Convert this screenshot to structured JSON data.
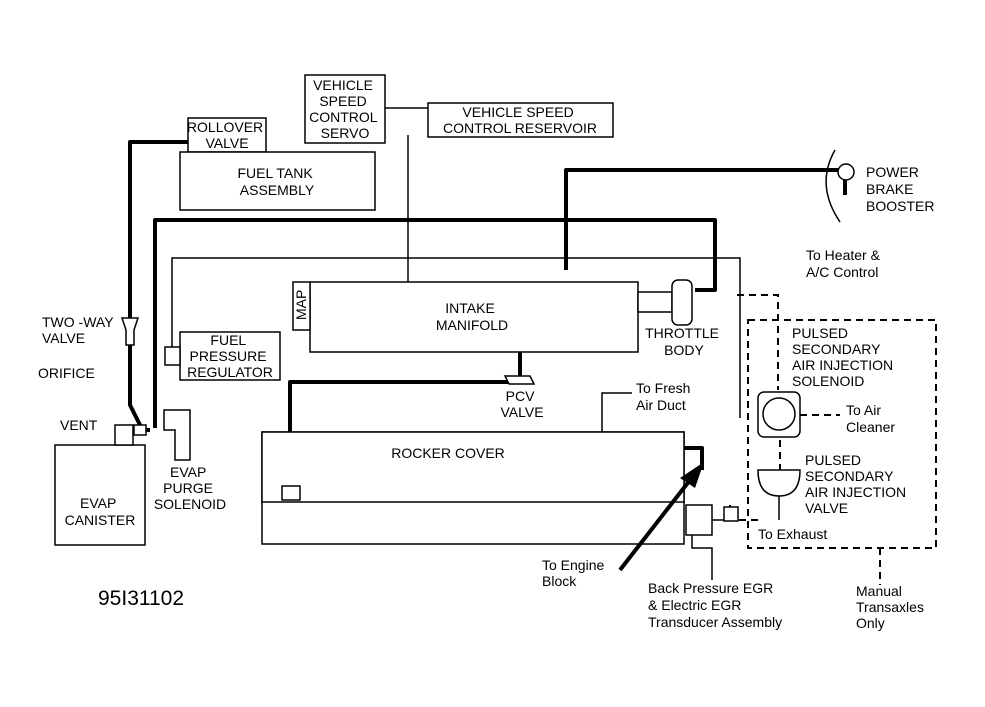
{
  "labels": {
    "vehicle_speed_control_servo": [
      "VEHICLE",
      "SPEED",
      "CONTROL",
      "SERVO"
    ],
    "vehicle_speed_control_reservoir": [
      "VEHICLE SPEED",
      "CONTROL RESERVOIR"
    ],
    "rollover_valve": [
      "ROLLOVER",
      "VALVE"
    ],
    "fuel_tank_assembly": [
      "FUEL TANK",
      "ASSEMBLY"
    ],
    "power_brake_booster": [
      "POWER",
      "BRAKE",
      "BOOSTER"
    ],
    "to_heater_ac": [
      "To Heater &",
      "A/C Control"
    ],
    "two_way_valve": [
      "TWO -WAY",
      "VALVE"
    ],
    "map": "MAP",
    "intake_manifold": [
      "INTAKE",
      "MANIFOLD"
    ],
    "throttle_body": [
      "THROTTLE",
      "BODY"
    ],
    "fuel_pressure_regulator": [
      "FUEL",
      "PRESSURE",
      "REGULATOR"
    ],
    "orifice": "ORIFICE",
    "vent": "VENT",
    "pcv_valve": [
      "PCV",
      "VALVE"
    ],
    "to_fresh_air_duct": [
      "To Fresh",
      "Air Duct"
    ],
    "rocker_cover": "ROCKER COVER",
    "evap_purge_solenoid": [
      "EVAP",
      "PURGE",
      "SOLENOID"
    ],
    "evap_canister": [
      "EVAP",
      "CANISTER"
    ],
    "pulsed_air_solenoid": [
      "PULSED",
      "SECONDARY",
      "AIR INJECTION",
      "SOLENOID"
    ],
    "to_air_cleaner": [
      "To Air",
      "Cleaner"
    ],
    "pulsed_air_valve": [
      "PULSED",
      "SECONDARY",
      "AIR INJECTION",
      "VALVE"
    ],
    "to_exhaust": "To Exhaust",
    "to_engine_block": [
      "To Engine",
      "Block"
    ],
    "egr_transducer": [
      "Back Pressure EGR",
      "& Electric EGR",
      "Transducer Assembly"
    ],
    "manual_transaxles_only": [
      "Manual",
      "Transaxles",
      "Only"
    ],
    "figure_number": "95I31102"
  }
}
